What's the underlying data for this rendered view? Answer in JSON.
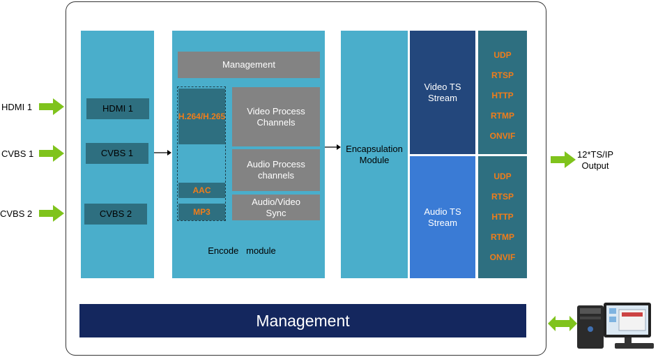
{
  "inputs": {
    "hdmi1": "HDMI 1",
    "cvbs1": "CVBS 1",
    "cvbs2": "CVBS 2"
  },
  "input_module": {
    "hdmi1": "HDMI 1",
    "cvbs1": "CVBS 1",
    "cvbs2": "CVBS 2"
  },
  "encode": {
    "management": "Management",
    "codec_video": "H.264/H.265",
    "codec_aac": "AAC",
    "codec_mp3": "MP3",
    "video_process": "Video Process Channels",
    "audio_process": "Audio Process channels",
    "av_sync": "Audio/Video Sync",
    "label": "Encode   module"
  },
  "encapsulation": "Encapsulation Module",
  "video_ts": "Video TS Stream",
  "audio_ts": "Audio TS Stream",
  "protocols_video": [
    "UDP",
    "RTSP",
    "HTTP",
    "RTMP",
    "ONVIF"
  ],
  "protocols_audio": [
    "UDP",
    "RTSP",
    "HTTP",
    "RTMP",
    "ONVIF"
  ],
  "output": "12*TS/IP Output",
  "management_bar": "Management",
  "colors": {
    "teal": "#4aaecb",
    "dark_teal": "#2e6f80",
    "gray": "#838383",
    "navy": "#14275e",
    "dark_blue": "#23477c",
    "blue": "#3a7bd5",
    "orange": "#f07d1a",
    "green": "#7fc31c"
  },
  "icons": {
    "arrows": "green-arrow-icon",
    "computer": "desktop-computer-icon"
  }
}
